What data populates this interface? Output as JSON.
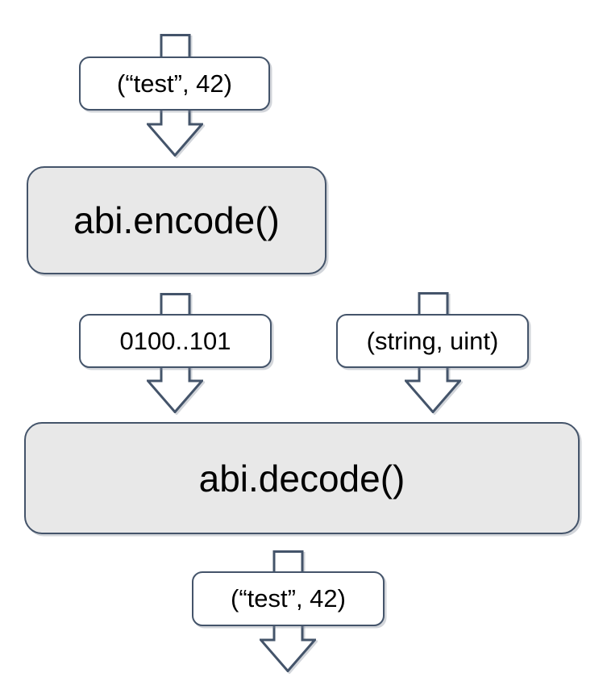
{
  "diagram": {
    "kind": "flowchart",
    "topic": "abi encode/decode round trip",
    "colors": {
      "background": "#ffffff",
      "outline": "#44546a",
      "process_fill": "#e8e8e8",
      "label_fill": "#ffffff",
      "text": "#000000",
      "shadow": "rgba(125,135,150,0.35)"
    },
    "nodes": {
      "input_value": {
        "label": "(“test”, 42)"
      },
      "encode_fn": {
        "label": "abi.encode()"
      },
      "encoded_bytes": {
        "label": "0100..101"
      },
      "type_tuple": {
        "label": "(string, uint)"
      },
      "decode_fn": {
        "label": "abi.decode()"
      },
      "output_value": {
        "label": "(“test”, 42)"
      }
    },
    "icons": {
      "flow_arrow": "down-block-arrow"
    }
  }
}
